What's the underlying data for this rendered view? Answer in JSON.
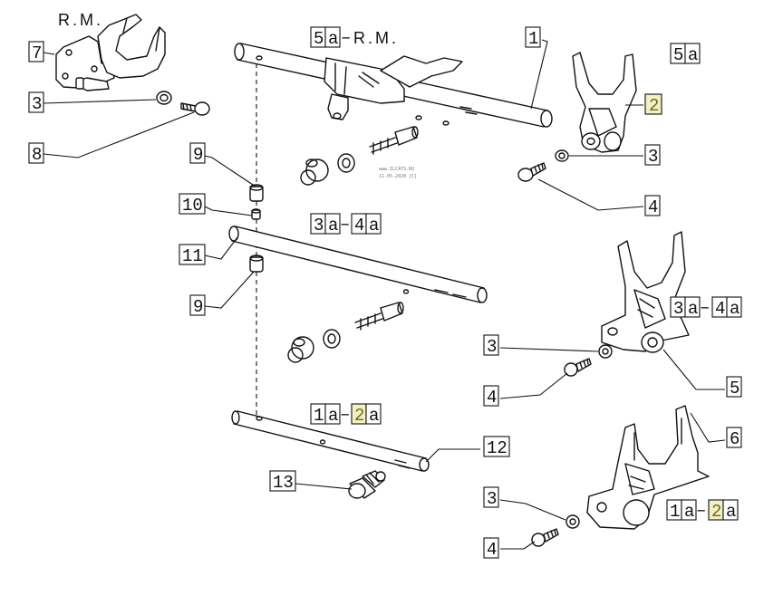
{
  "titles": {
    "rm_top_left": "R.M.",
    "group_5a_rm": {
      "num": "5",
      "suffix": "a",
      "text": "R.M."
    },
    "group_5a_right": {
      "num": "5",
      "suffix": "a"
    },
    "group_3a4a_center": {
      "a": "3",
      "a_suffix": "a",
      "b": "4",
      "b_suffix": "a"
    },
    "group_3a4a_right": {
      "a": "3",
      "a_suffix": "a",
      "b": "4",
      "b_suffix": "a"
    },
    "group_1a2a_center": {
      "a": "1",
      "a_suffix": "a",
      "b": "2",
      "b_suffix": "a"
    },
    "group_1a2a_right": {
      "a": "1",
      "a_suffix": "a",
      "b": "2",
      "b_suffix": "a"
    }
  },
  "callouts": {
    "c1": "1",
    "c2": "2",
    "c3a": "3",
    "c3b": "3",
    "c3c": "3",
    "c3d": "3",
    "c4a": "4",
    "c4b": "4",
    "c4c": "4",
    "c5": "5",
    "c6": "6",
    "c7": "7",
    "c8": "8",
    "c9a": "9",
    "c9b": "9",
    "c10": "10",
    "c11": "11",
    "c12": "12",
    "c13": "13"
  },
  "watermark": {
    "line1": "www.ILCATS.RU",
    "line2": "11.05.2020 [C]"
  },
  "colors": {
    "line": "#111111",
    "highlight_fill": "#f3f0c4",
    "highlight_text": "#6b6a1a"
  }
}
